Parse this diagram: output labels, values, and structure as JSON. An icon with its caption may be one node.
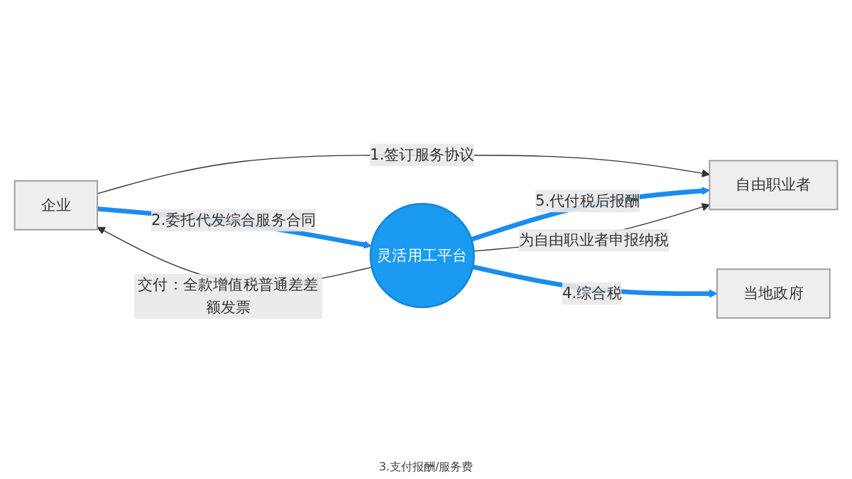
{
  "diagram": {
    "nodes": [
      {
        "text": [
          "企业"
        ]
      },
      {
        "text": [
          "灵活用工平台"
        ]
      },
      {
        "text": [
          "自由职业者"
        ]
      },
      {
        "text": [
          "当地政府"
        ]
      }
    ],
    "edges": [
      {
        "from": 0,
        "to": 2,
        "arrow": "to",
        "label": "1.签订服务协议"
      },
      {
        "from": 0,
        "to": 1,
        "arrow": "to",
        "label": "2.委托代发综合服务合同",
        "style": "thick",
        "color": "#1a8cf0"
      },
      {
        "from": 1,
        "to": 2,
        "arrow": "to",
        "label": "5.代付税后报酬",
        "style": "thick",
        "color": "#1a8cf0"
      },
      {
        "from": 1,
        "to": 3,
        "arrow": "to",
        "label": "4.综合税",
        "style": "thick",
        "color": "#1a8cf0"
      },
      {
        "from": 1,
        "to": 0,
        "arrow": "to",
        "label": "交付：全款增值税普通差差额发票"
      },
      {
        "from": 1,
        "to": 2,
        "arrow": "to",
        "label": "为自由职业者申报纳税"
      }
    ],
    "labels": [
      "3.支付报酬/服务费"
    ]
  }
}
